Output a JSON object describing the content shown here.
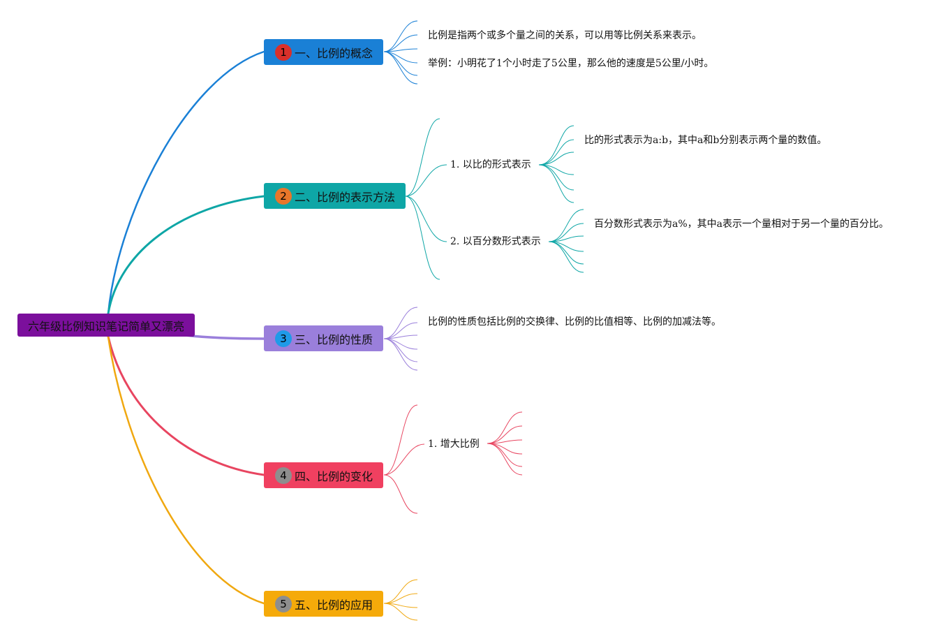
{
  "root": {
    "label": "六年级比例知识笔记简单又漂亮",
    "color": "#7b0f9c"
  },
  "branches": [
    {
      "badge": "1",
      "label": "一、比例的概念",
      "color": "#1a80d6",
      "badge_color": "#d9302a",
      "notes": [
        "比例是指两个或多个量之间的关系，可以用等比例关系来表示。",
        "举例：小明花了1个小时走了5公里，那么他的速度是5公里/小时。"
      ]
    },
    {
      "badge": "2",
      "label": "二、比例的表示方法",
      "color": "#0ea6a6",
      "badge_color": "#e8762a",
      "subs": [
        {
          "label": "1. 以比的形式表示",
          "note": "比的形式表示为a:b，其中a和b分别表示两个量的数值。"
        },
        {
          "label": "2. 以百分数形式表示",
          "note": "百分数形式表示为a%，其中a表示一个量相对于另一个量的百分比。"
        }
      ]
    },
    {
      "badge": "3",
      "label": "三、比例的性质",
      "color": "#9a7fdb",
      "badge_color": "#1f9ae8",
      "notes": [
        "比例的性质包括比例的交换律、比例的比值相等、比例的加减法等。"
      ]
    },
    {
      "badge": "4",
      "label": "四、比例的变化",
      "color": "#f04060",
      "badge_color": "#8e8e8e",
      "subs": [
        {
          "label": "1. 增大比例"
        }
      ]
    },
    {
      "badge": "5",
      "label": "五、比例的应用",
      "color": "#f5aa0a",
      "badge_color": "#8e8e8e"
    }
  ]
}
